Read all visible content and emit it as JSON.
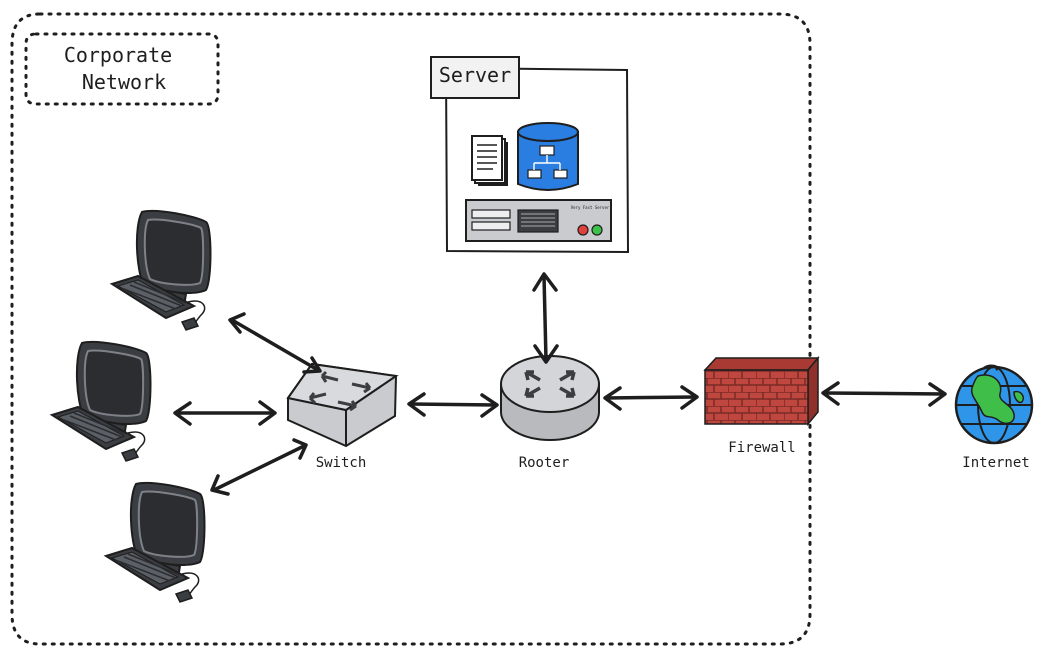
{
  "network_boundary": {
    "label_line1": "Corporate",
    "label_line2": "Network"
  },
  "server": {
    "title": "Server",
    "unit_label": "Very Fast Server"
  },
  "nodes": {
    "switch": "Switch",
    "router": "Rooter",
    "firewall": "Firewall",
    "internet": "Internet"
  },
  "colors": {
    "stroke": "#1e1e1e",
    "database_blue": "#2a7de1",
    "brick_red": "#c0473f",
    "globe_blue": "#2f95e8",
    "land_green": "#3fbf4a",
    "monitor_dark": "#3a3d42",
    "device_grey": "#c9cbcf",
    "led_red": "#e0413a",
    "led_green": "#3cc24a"
  },
  "icons": [
    "computer-icon",
    "switch-icon",
    "router-icon",
    "server-icon",
    "documents-icon",
    "database-icon",
    "firewall-icon",
    "globe-icon"
  ]
}
